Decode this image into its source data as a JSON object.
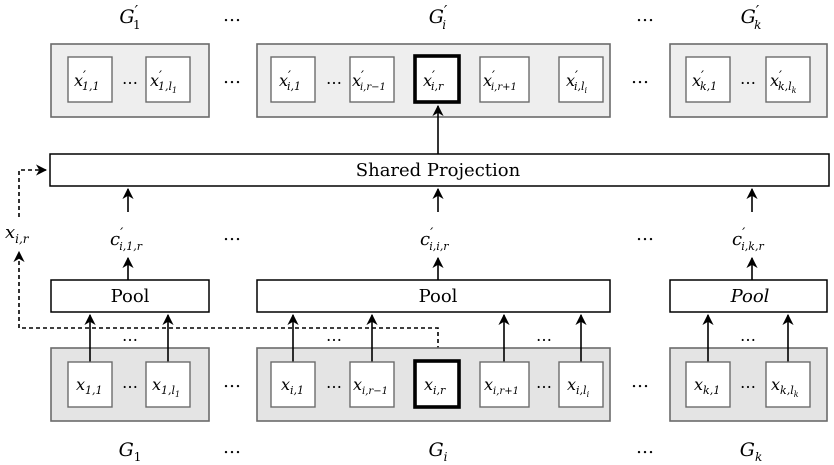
{
  "top_group_labels": [
    {
      "base": "G",
      "prime": "′",
      "sub": "1"
    },
    {
      "base": "G",
      "prime": "′",
      "sub": "i"
    },
    {
      "base": "G",
      "prime": "′",
      "sub": "k"
    }
  ],
  "output_cells": {
    "g1": [
      {
        "base": "x",
        "prime": "′",
        "sub": "1,1"
      },
      {
        "base": "x",
        "prime": "′",
        "sub": "1,l",
        "subsub": "1"
      }
    ],
    "gi": [
      {
        "base": "x",
        "prime": "′",
        "sub": "i,1"
      },
      {
        "base": "x",
        "prime": "′",
        "sub": "i,r−1"
      },
      {
        "base": "x",
        "prime": "′",
        "sub": "i,r"
      },
      {
        "base": "x",
        "prime": "′",
        "sub": "i,r+1"
      },
      {
        "base": "x",
        "prime": "′",
        "sub": "i,l",
        "subsub": "i"
      }
    ],
    "gk": [
      {
        "base": "x",
        "prime": "′",
        "sub": "k,1"
      },
      {
        "base": "x",
        "prime": "′",
        "sub": "k,l",
        "subsub": "k"
      }
    ]
  },
  "shared_projection_label": "Shared Projection",
  "side_input": {
    "base": "x",
    "sub": "i,r"
  },
  "context_vectors": [
    {
      "base": "c",
      "prime": "′",
      "sub": "i,1,r"
    },
    {
      "base": "c",
      "prime": "′",
      "sub": "i,i,r"
    },
    {
      "base": "c",
      "prime": "′",
      "sub": "i,k,r"
    }
  ],
  "pool_labels": [
    "Pool",
    "Pool",
    "Pool"
  ],
  "input_cells": {
    "g1": [
      {
        "base": "x",
        "sub": "1,1"
      },
      {
        "base": "x",
        "sub": "1,l",
        "subsub": "1"
      }
    ],
    "gi": [
      {
        "base": "x",
        "sub": "i,1"
      },
      {
        "base": "x",
        "sub": "i,r−1"
      },
      {
        "base": "x",
        "sub": "i,r"
      },
      {
        "base": "x",
        "sub": "i,r+1"
      },
      {
        "base": "x",
        "sub": "i,l",
        "subsub": "i"
      }
    ],
    "gk": [
      {
        "base": "x",
        "sub": "k,1"
      },
      {
        "base": "x",
        "sub": "k,l",
        "subsub": "k"
      }
    ]
  },
  "bottom_group_labels": [
    {
      "base": "G",
      "sub": "1"
    },
    {
      "base": "G",
      "sub": "i"
    },
    {
      "base": "G",
      "sub": "k"
    }
  ],
  "ellipsis": "…"
}
